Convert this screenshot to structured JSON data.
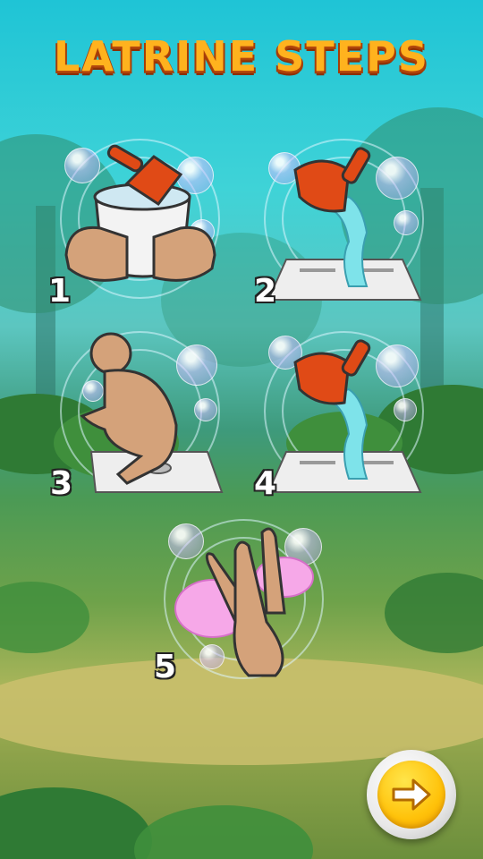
{
  "title": "LATRINE STEPS",
  "steps": [
    {
      "number": "1",
      "icon": "bucket-in-hands-icon"
    },
    {
      "number": "2",
      "icon": "pour-water-latrine-icon"
    },
    {
      "number": "3",
      "icon": "squat-on-latrine-icon"
    },
    {
      "number": "4",
      "icon": "flush-with-water-icon"
    },
    {
      "number": "5",
      "icon": "wash-hands-soap-icon"
    }
  ],
  "next_button": {
    "icon": "arrow-right-icon"
  },
  "colors": {
    "title_fill": "#ffb21e",
    "title_outline": "#a63d07",
    "scoop": "#e04a16",
    "water": "#7ee3ea",
    "skin": "#d4a27a",
    "soap": "#f6a8e8",
    "button_yellow": "#ffc20a"
  }
}
